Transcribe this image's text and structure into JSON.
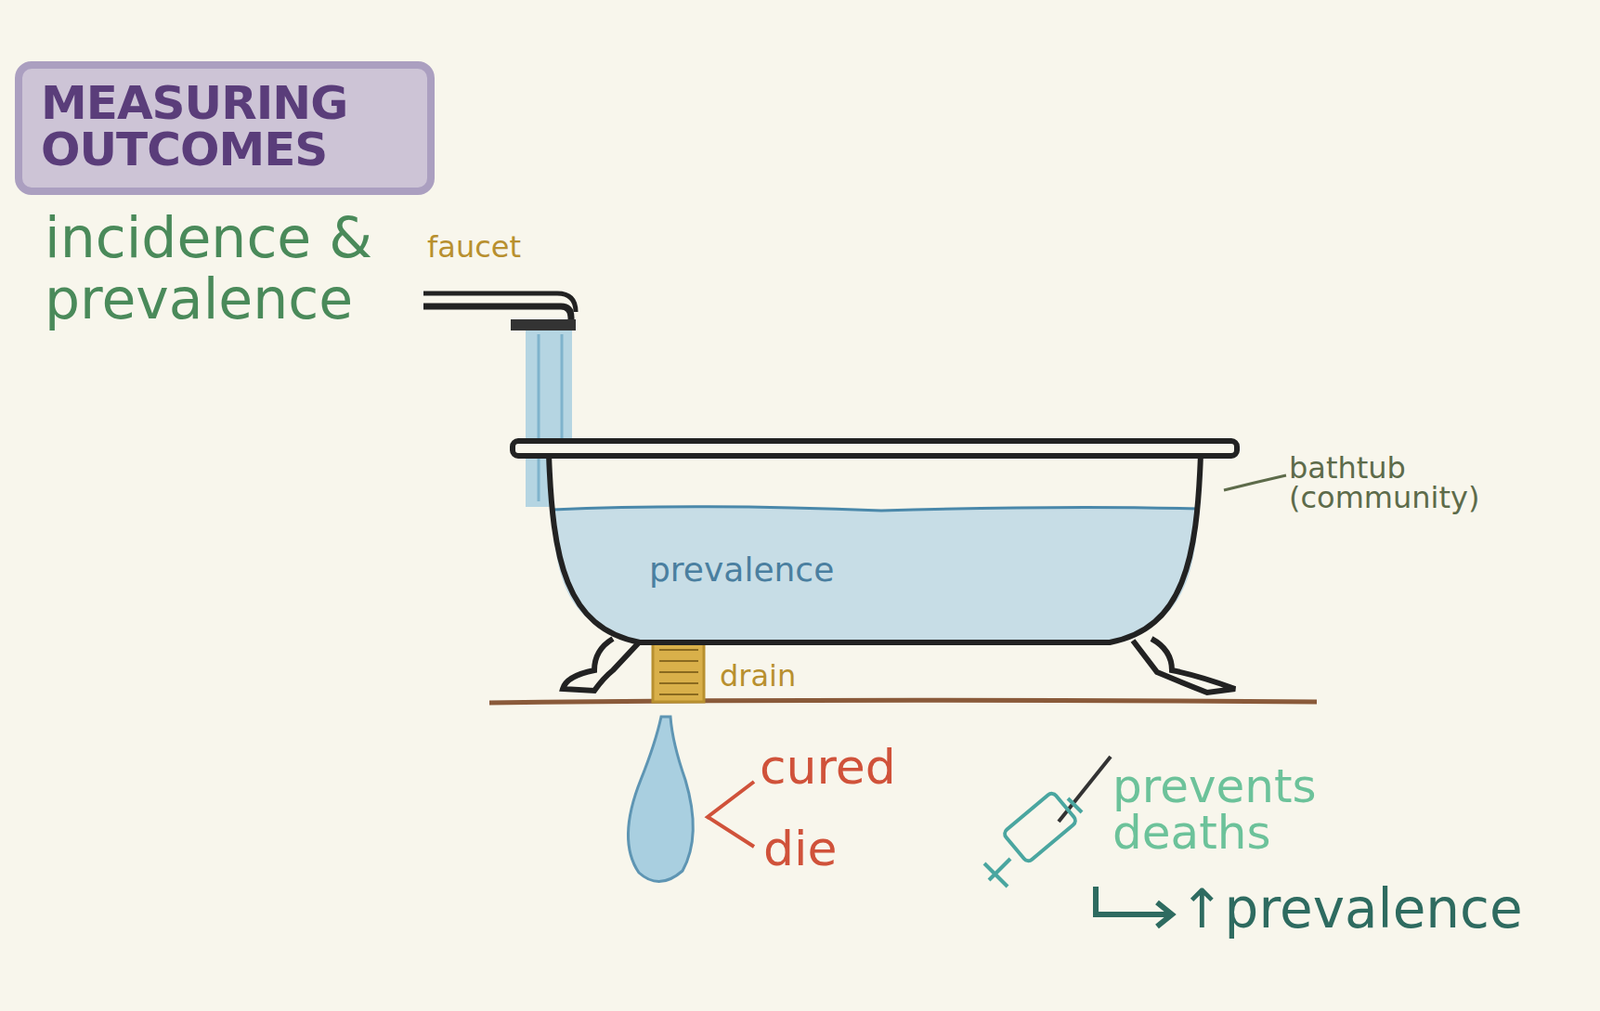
{
  "diagram": {
    "title": "MEASURING OUTCOMES",
    "nodes": [
      {
        "text": [
          "prevalence"
        ]
      }
    ],
    "labels": [
      "incidence &",
      "prevalence",
      "faucet",
      "bathtub (community)",
      "drain",
      "cured",
      "die",
      "prevents deaths",
      "↑prevalence"
    ]
  }
}
